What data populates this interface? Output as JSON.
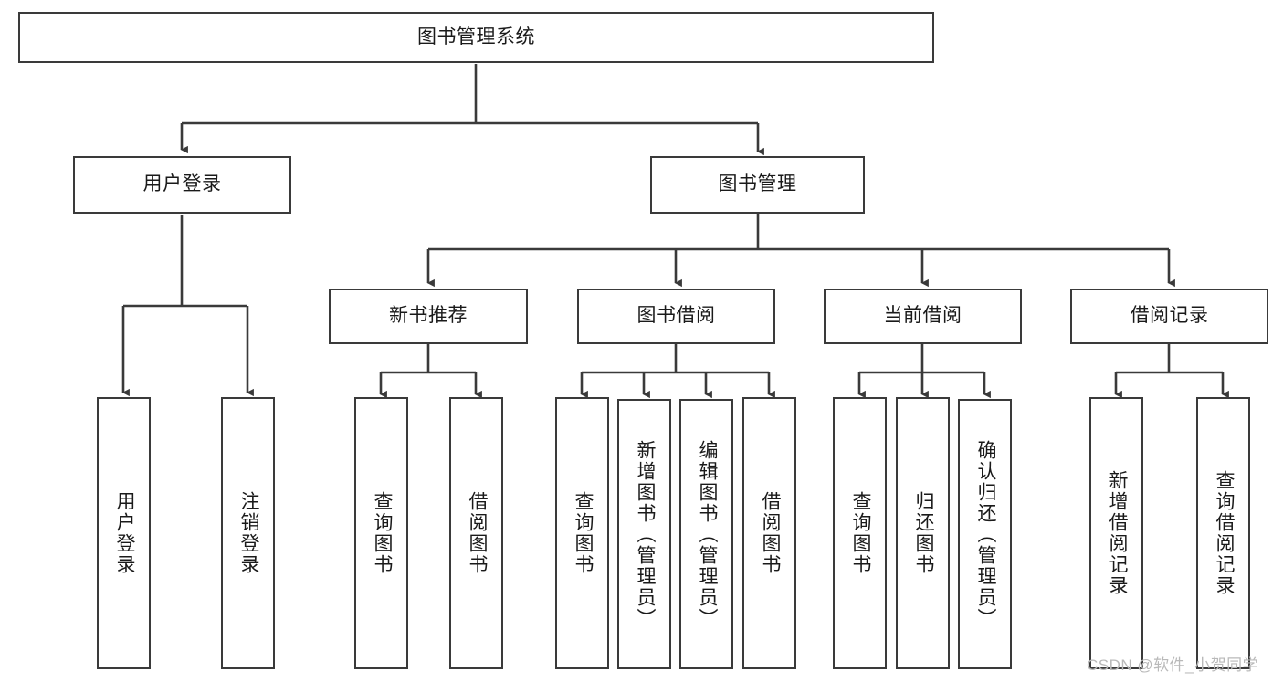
{
  "diagram": {
    "title": "图书管理系统",
    "watermark": "CSDN @软件_小贺同学",
    "stroke_color": "#3a3a3a",
    "fill_color": "#ffffff",
    "text_color": "#1a1a1a",
    "watermark_color": "#b9b9b9",
    "root": {
      "label": "图书管理系统"
    },
    "level1": [
      {
        "label": "用户登录"
      },
      {
        "label": "图书管理"
      }
    ],
    "level2": [
      {
        "label": "新书推荐"
      },
      {
        "label": "图书借阅"
      },
      {
        "label": "当前借阅"
      },
      {
        "label": "借阅记录"
      }
    ],
    "leaves": [
      {
        "label": "用户登录",
        "parent": "用户登录"
      },
      {
        "label": "注销登录",
        "parent": "用户登录"
      },
      {
        "label": "查询图书",
        "parent": "新书推荐"
      },
      {
        "label": "借阅图书",
        "parent": "新书推荐"
      },
      {
        "label": "查询图书",
        "parent": "图书借阅"
      },
      {
        "label": "新增图书（管理员）",
        "parent": "图书借阅"
      },
      {
        "label": "编辑图书（管理员）",
        "parent": "图书借阅"
      },
      {
        "label": "借阅图书",
        "parent": "图书借阅"
      },
      {
        "label": "查询图书",
        "parent": "当前借阅"
      },
      {
        "label": "归还图书",
        "parent": "当前借阅"
      },
      {
        "label": "确认归还（管理员）",
        "parent": "当前借阅"
      },
      {
        "label": "新增借阅记录",
        "parent": "借阅记录"
      },
      {
        "label": "查询借阅记录",
        "parent": "借阅记录"
      }
    ]
  }
}
